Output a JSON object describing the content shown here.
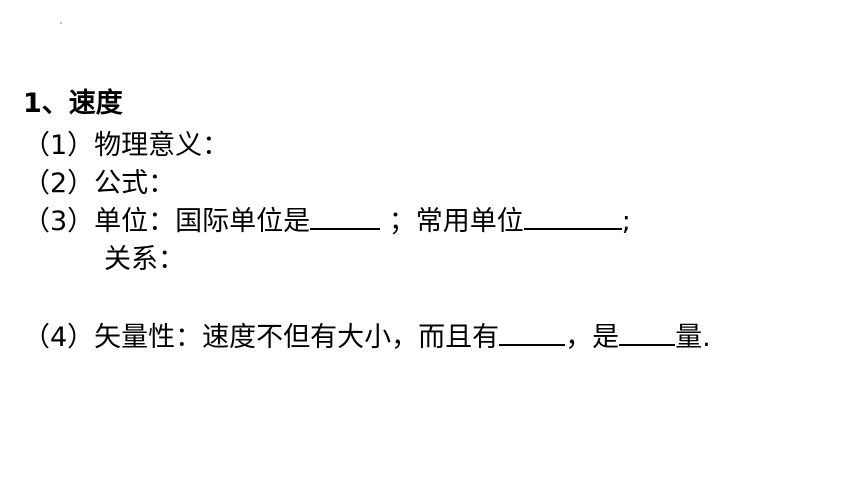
{
  "heading": "1、速度",
  "items": {
    "meaning": "（1）物理意义：",
    "formula": "（2）公式：",
    "unit_prefix": "（3）单位：国际单位是",
    "unit_mid": "；常用单位",
    "unit_end": ";",
    "relation": "关系：",
    "vector_prefix": "（4）矢量性：速度不但有大小，而且有",
    "vector_mid": "，是",
    "vector_end": "量."
  }
}
